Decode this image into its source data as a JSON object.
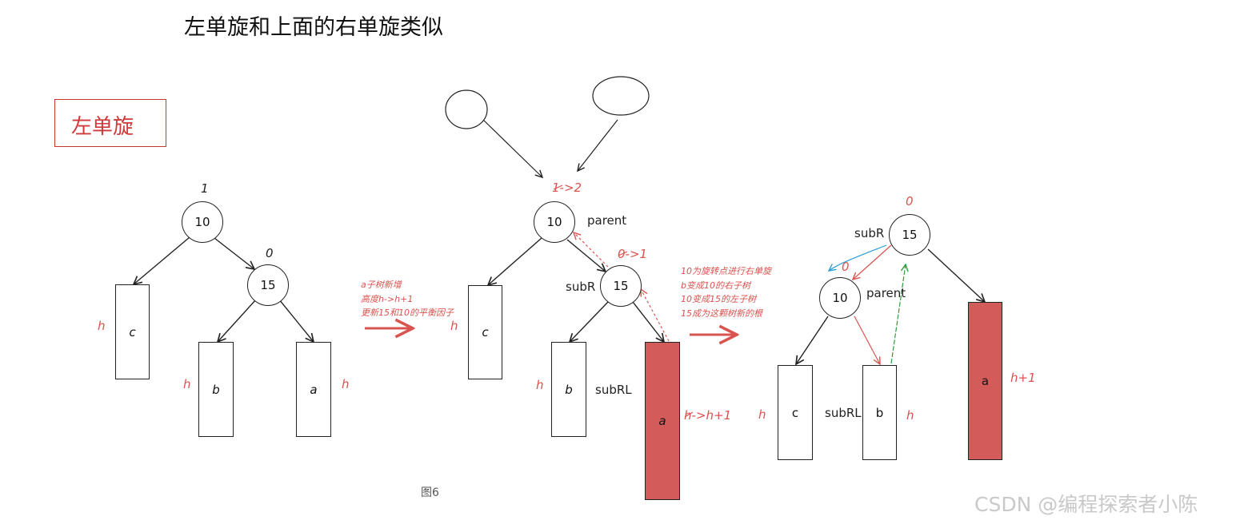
{
  "heading": "左单旋和上面的右单旋类似",
  "section_label": "左单旋",
  "diagram1": {
    "root": "10",
    "root_bf": "1",
    "child": "15",
    "child_bf": "0",
    "box_c": "c",
    "box_b": "b",
    "box_a": "a",
    "h_c": "h",
    "h_b": "h",
    "h_a": "h"
  },
  "note1": [
    "a子树新增",
    "高度h->h+1",
    "更新15和10的平衡因子"
  ],
  "diagram2": {
    "root": "10",
    "root_bf": "1->2",
    "parent_label": "parent",
    "child": "15",
    "child_bf": "0->1",
    "subR_label": "subR",
    "box_c": "c",
    "box_b": "b",
    "box_a": "a",
    "h_c": "h",
    "h_b": "h",
    "h_a": "h->h+1",
    "subRL_label": "subRL",
    "caption": "图6"
  },
  "note2": [
    "10为旋转点进行右单旋",
    "b变成10的右子树",
    "10变成15的左子树",
    "15成为这颗树新的根"
  ],
  "diagram3": {
    "root": "15",
    "root_bf": "0",
    "subR_label": "subR",
    "child": "10",
    "child_bf": "0",
    "parent_label": "parent",
    "box_c": "c",
    "box_b": "b",
    "box_a": "a",
    "h_c": "h",
    "h_b": "h",
    "h_a": "h+1",
    "subRL_label": "subRL"
  },
  "watermark": "CSDN @编程探索者小陈",
  "colors": {
    "accent_red": "#d9534f",
    "fill_red": "#d35c5a",
    "blue": "#2a9fd6",
    "green": "#2e9e3e"
  }
}
